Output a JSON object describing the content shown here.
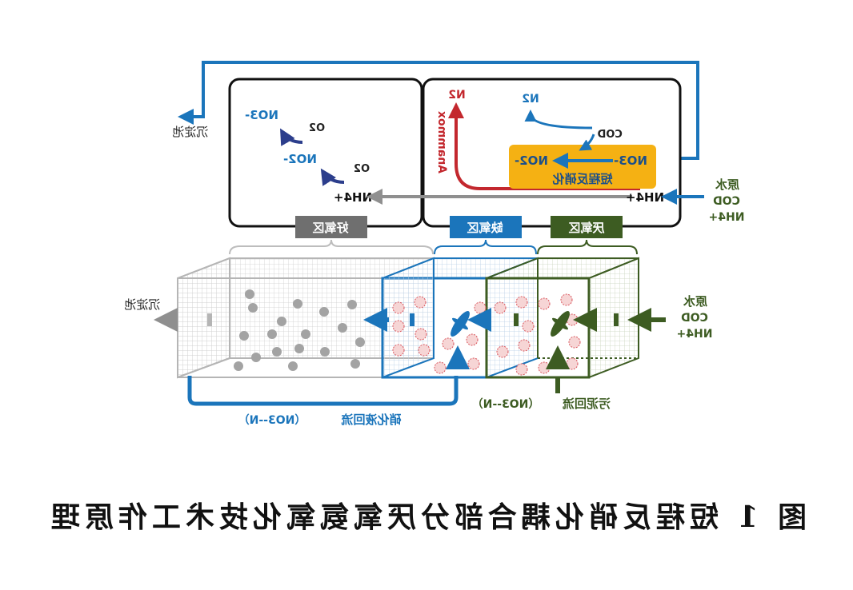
{
  "caption": "图 1 短程反硝化耦合部分厌氧氨氧化技术工作原理",
  "colors": {
    "blue": "#1b75bb",
    "green": "#3d5c22",
    "gray": "#9b9b9b",
    "red": "#c3282e",
    "orange": "#f5b113",
    "dark": "#111111"
  },
  "top": {
    "zone_aerobic": "好氧区",
    "zone_anoxic": "缺氧区",
    "zone_anaerobic": "厌氧区",
    "sed_tank": "沉淀池",
    "influent": {
      "line1": "原水",
      "line2": "COD",
      "line3": "NH4+"
    },
    "aerobic": {
      "no3": "NO3-",
      "no2": "NO2-",
      "o2_a": "O2",
      "o2_b": "O2",
      "nh4": "NH4+"
    },
    "anoxic": {
      "n2_a": "N2",
      "n2_b": "N2",
      "cod": "COD",
      "no3": "NO3-",
      "no2": "NO2-",
      "box_label": "短程反硝化",
      "anammox": "Anammox",
      "nh4": "NH4+"
    }
  },
  "bottom": {
    "influent": {
      "line1": "原水",
      "line2": "COD",
      "line3": "NH4+"
    },
    "sed_tank": "沉淀池",
    "sludge_return": "污泥回流",
    "sludge_return_sub": "（NO3--N）",
    "nitrate_return": "硝化液回流",
    "nitrate_return_sub": "（NO3--N）"
  }
}
